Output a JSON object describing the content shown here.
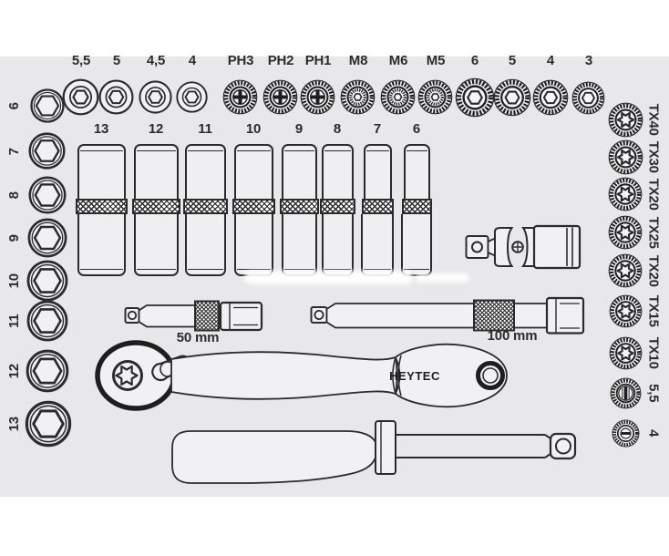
{
  "panel": {
    "background": "#e8e8ea",
    "line_color": "#2b2b2c",
    "label_color": "#2c2c2e"
  },
  "top_row": {
    "items": [
      {
        "label": "5,5",
        "icon": "hex-socket-icon"
      },
      {
        "label": "5",
        "icon": "hex-socket-icon"
      },
      {
        "label": "4,5",
        "icon": "hex-socket-icon"
      },
      {
        "label": "4",
        "icon": "hex-socket-icon"
      },
      {
        "label": "PH3",
        "icon": "phillips-bit-icon"
      },
      {
        "label": "PH2",
        "icon": "phillips-bit-icon"
      },
      {
        "label": "PH1",
        "icon": "phillips-bit-icon"
      },
      {
        "label": "M8",
        "icon": "spline-bit-icon"
      },
      {
        "label": "M6",
        "icon": "spline-bit-icon"
      },
      {
        "label": "M5",
        "icon": "spline-bit-icon"
      },
      {
        "label": "6",
        "icon": "hex-bit-icon"
      },
      {
        "label": "5",
        "icon": "hex-bit-icon"
      },
      {
        "label": "4",
        "icon": "hex-bit-icon"
      },
      {
        "label": "3",
        "icon": "hex-bit-icon"
      }
    ]
  },
  "left_column": {
    "items": [
      {
        "label": "6",
        "icon": "hex-socket-icon"
      },
      {
        "label": "7",
        "icon": "hex-socket-icon"
      },
      {
        "label": "8",
        "icon": "hex-socket-icon"
      },
      {
        "label": "9",
        "icon": "hex-socket-icon"
      },
      {
        "label": "10",
        "icon": "hex-socket-icon"
      },
      {
        "label": "11",
        "icon": "hex-socket-icon"
      },
      {
        "label": "12",
        "icon": "hex-socket-icon"
      },
      {
        "label": "13",
        "icon": "hex-socket-icon"
      }
    ]
  },
  "deep_sockets": {
    "items": [
      {
        "label": "13"
      },
      {
        "label": "12"
      },
      {
        "label": "11"
      },
      {
        "label": "10"
      },
      {
        "label": "9"
      },
      {
        "label": "8"
      },
      {
        "label": "7"
      },
      {
        "label": "6"
      }
    ]
  },
  "right_column": {
    "items": [
      {
        "label": "TX40",
        "icon": "torx-bit-icon"
      },
      {
        "label": "TX30",
        "icon": "torx-bit-icon"
      },
      {
        "label": "TX20",
        "icon": "torx-bit-icon"
      },
      {
        "label": "TX25",
        "icon": "torx-bit-icon"
      },
      {
        "label": "TX20",
        "icon": "torx-bit-icon"
      },
      {
        "label": "TX15",
        "icon": "torx-bit-icon"
      },
      {
        "label": "TX10",
        "icon": "torx-bit-icon"
      },
      {
        "label": "5,5",
        "icon": "slotted-bit-icon"
      },
      {
        "label": "4",
        "icon": "slotted-bit-icon"
      }
    ]
  },
  "tools": {
    "universal_joint": {
      "name": "universal joint"
    },
    "extension_short": {
      "label": "50 mm"
    },
    "extension_long": {
      "label": "100 mm"
    },
    "ratchet": {
      "brand": "HEYTEC"
    },
    "spinner_handle": {
      "name": "spinner handle"
    }
  }
}
